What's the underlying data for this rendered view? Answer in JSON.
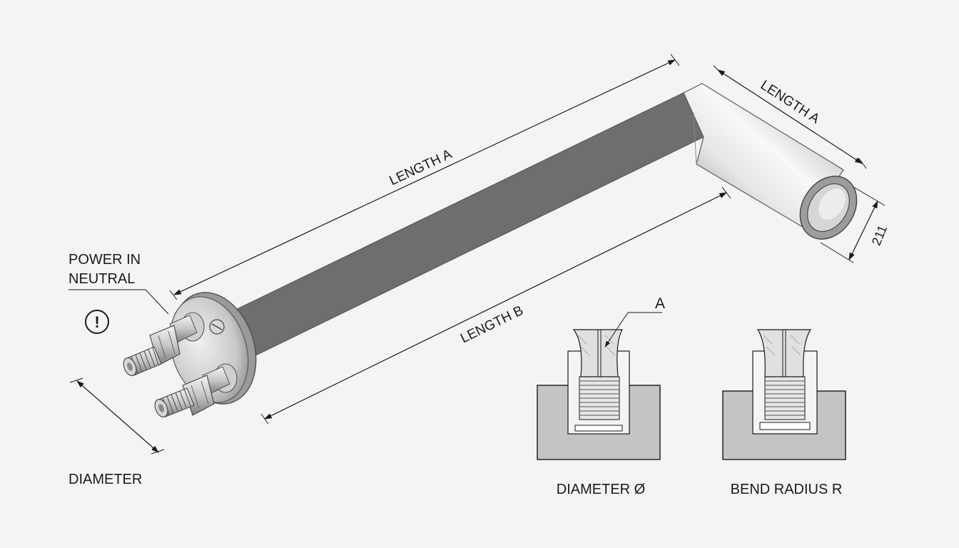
{
  "labels": {
    "length_a_main": "LENGTH A",
    "length_a_leg": "LENGTH A",
    "length_b": "LENGTH B",
    "leg_end_dimension": "211",
    "power_in": "POWER IN",
    "neutral": "NEUTRAL",
    "warning_symbol": "!",
    "diameter": "DIAMETER",
    "detail_a": "A",
    "diameter_symbol_caption": "DIAMETER Ø",
    "bend_radius_caption": "BEND RADIUS R"
  },
  "colors": {
    "background": "#f4f4f4",
    "metal_light": "#f2f2f2",
    "metal_mid": "#bdbdbd",
    "metal_dark": "#7a7a7a",
    "section_fill": "#c4c4c4",
    "line": "#1a1a1a"
  },
  "icons": {
    "warning": "warning-circle-icon"
  }
}
